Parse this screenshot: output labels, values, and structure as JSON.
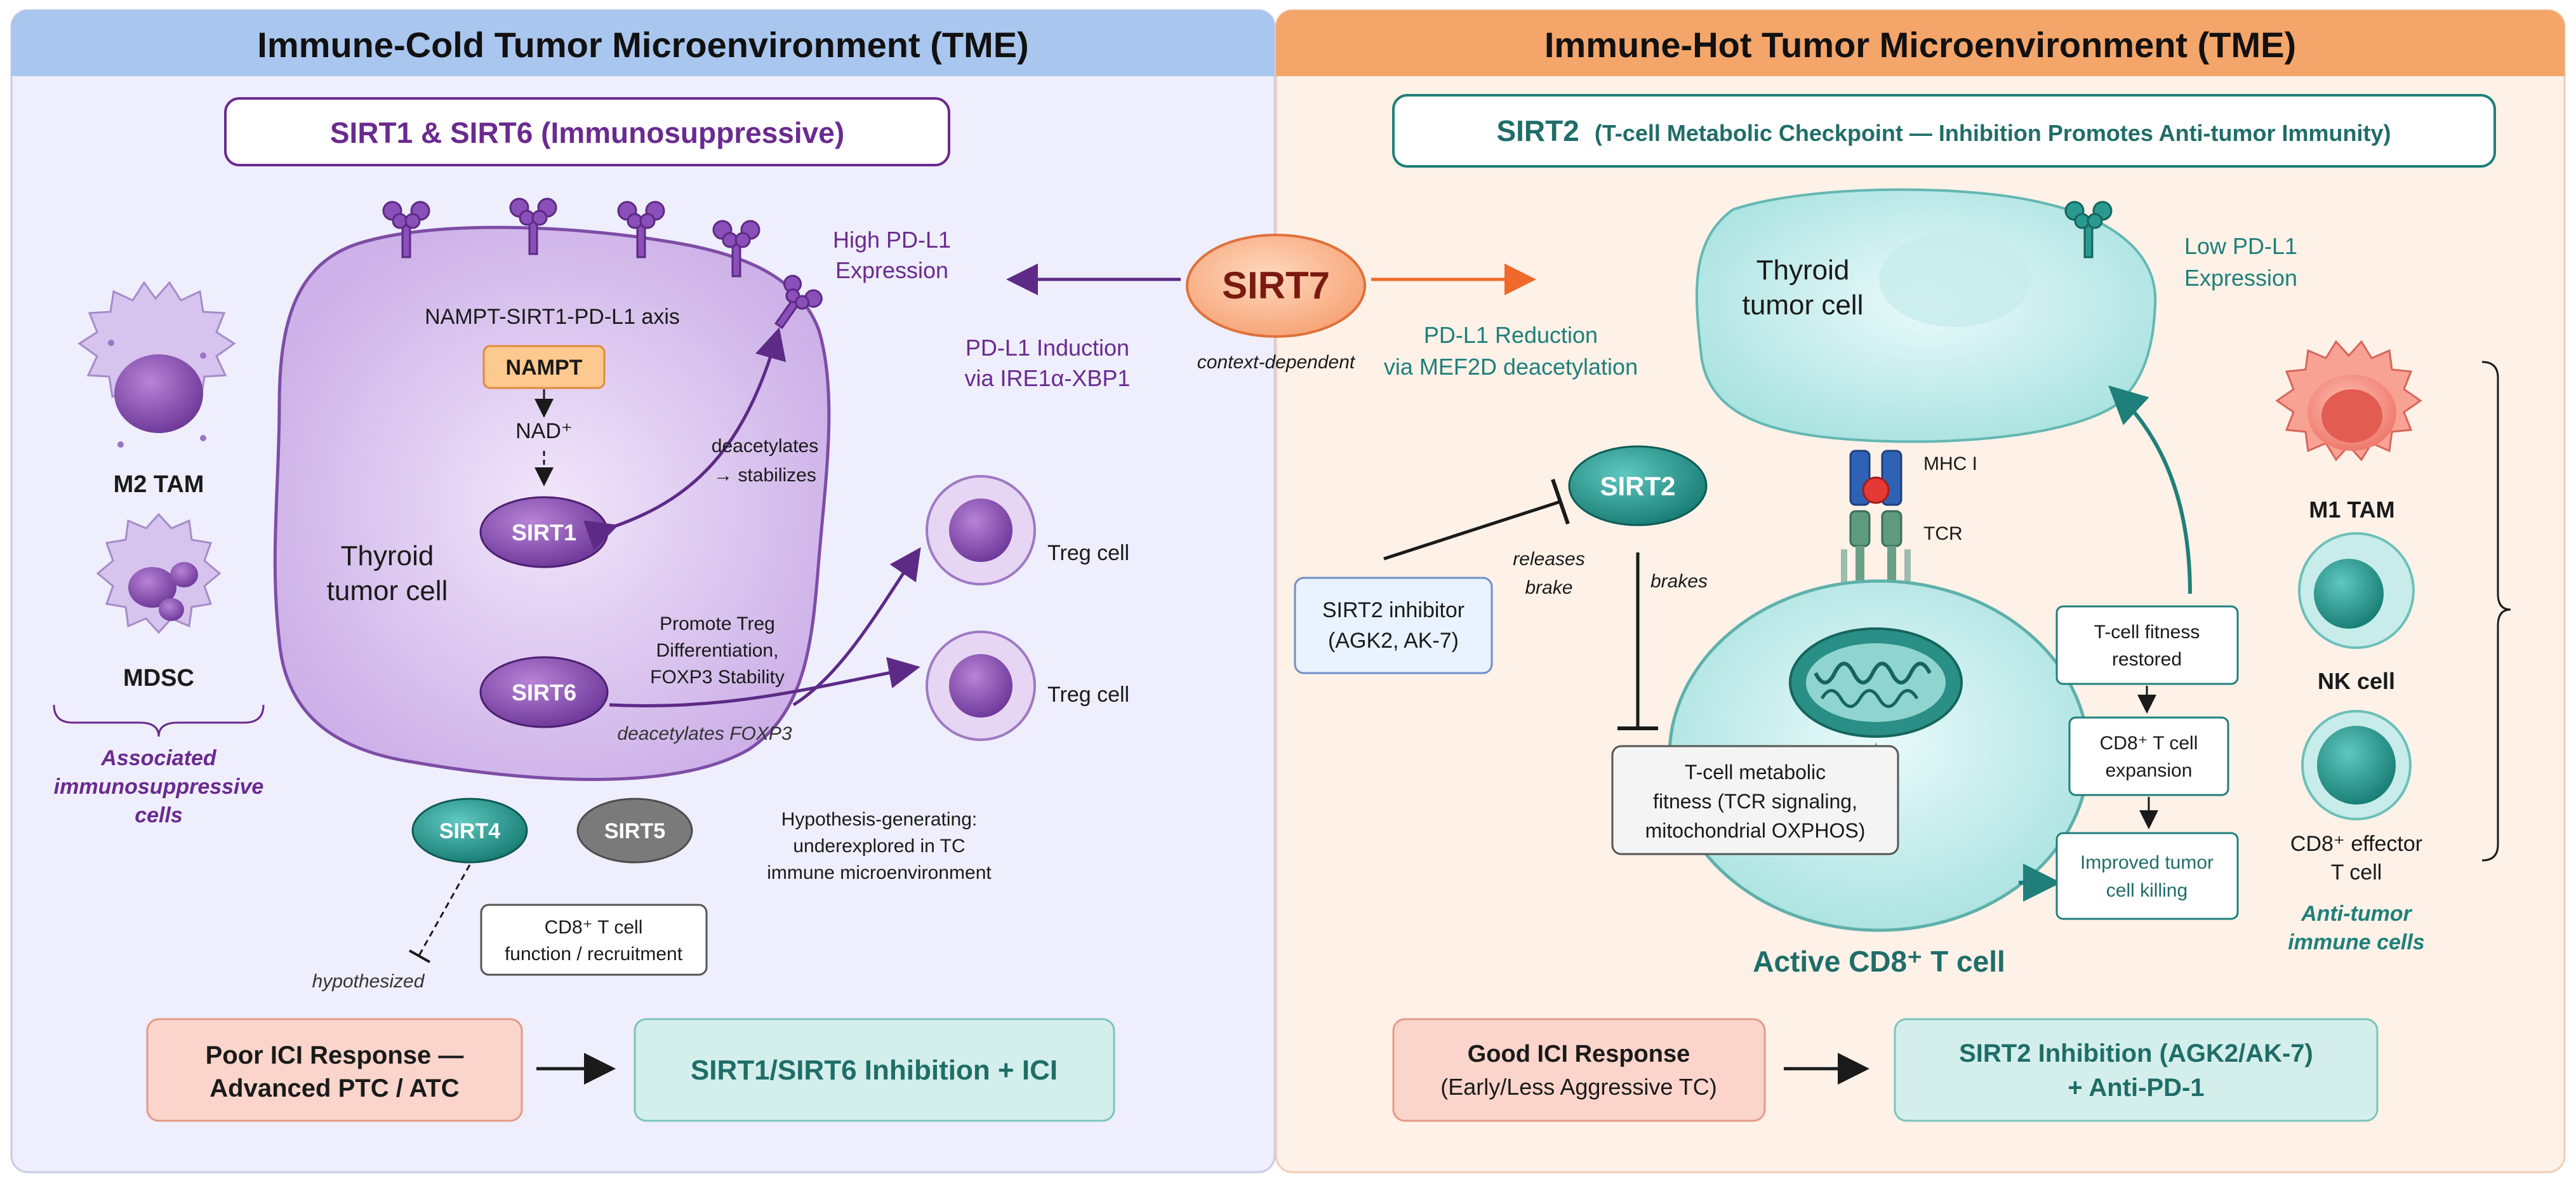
{
  "left": {
    "title": "Immune-Cold Tumor Microenvironment (TME)",
    "subtitle": "SIRT1 & SIRT6 (Immunosuppressive)",
    "axis_label": "NAMPT-SIRT1-PD-L1 axis",
    "nampt": "NAMPT",
    "nad": "NAD⁺",
    "sirt1": "SIRT1",
    "sirt6": "SIRT6",
    "deacetylates": "deacetylates",
    "stabilizes": "→ stabilizes",
    "tumor_line1": "Thyroid",
    "tumor_line2": "tumor cell",
    "treg_text": [
      "Promote Treg",
      "Differentiation,",
      "FOXP3 Stability"
    ],
    "foxp3": "deacetylates FOXP3",
    "treg1": "Treg cell",
    "treg2": "Treg cell",
    "high_pdl1": [
      "High PD-L1",
      "Expression"
    ],
    "pdl1_induction": [
      "PD-L1 Induction",
      "via IRE1α-XBP1"
    ],
    "m2tam": "M2 TAM",
    "mdsc": "MDSC",
    "associated": [
      "Associated",
      "immunosuppressive",
      "cells"
    ],
    "sirt4": "SIRT4",
    "sirt5": "SIRT5",
    "hypothesis": [
      "Hypothesis-generating:",
      "underexplored in TC",
      "immune microenvironment"
    ],
    "cd8_box": [
      "CD8⁺ T cell",
      "function / recruitment"
    ],
    "hypothesized": "hypothesized",
    "poor_ici": [
      "Poor ICI Response —",
      "Advanced PTC / ATC"
    ],
    "inhibition": "SIRT1/SIRT6 Inhibition + ICI"
  },
  "center": {
    "sirt7": "SIRT7",
    "context": "context-dependent"
  },
  "right": {
    "title": "Immune-Hot Tumor Microenvironment (TME)",
    "subtitle_bold": "SIRT2",
    "subtitle_rest": "(T-cell Metabolic Checkpoint — Inhibition Promotes Anti-tumor Immunity)",
    "pdl1_reduction": [
      "PD-L1 Reduction",
      "via MEF2D deacetylation"
    ],
    "tumor_line1": "Thyroid",
    "tumor_line2": "tumor cell",
    "low_pdl1": [
      "Low PD-L1",
      "Expression"
    ],
    "sirt2": "SIRT2",
    "releases": [
      "releases",
      "brake"
    ],
    "brakes": "brakes",
    "inhibitor": [
      "SIRT2 inhibitor",
      "(AGK2, AK-7)"
    ],
    "mhc": "MHC I",
    "tcr": "TCR",
    "metabolic": [
      "T-cell metabolic",
      "fitness (TCR signaling,",
      "mitochondrial OXPHOS)"
    ],
    "active_cd8": "Active CD8⁺ T cell",
    "fitness": [
      "T-cell fitness",
      "restored"
    ],
    "expansion": [
      "CD8⁺ T cell",
      "expansion"
    ],
    "killing": [
      "Improved tumor",
      "cell killing"
    ],
    "m1tam": "M1 TAM",
    "nk": "NK cell",
    "cd8_effector": [
      "CD8⁺ effector",
      "T cell"
    ],
    "anti_tumor": [
      "Anti-tumor",
      "immune cells"
    ],
    "good_ici": [
      "Good ICI Response",
      "(Early/Less Aggressive TC)"
    ],
    "sirt2_inhibition": [
      "SIRT2 Inhibition (AGK2/AK-7)",
      "+ Anti-PD-1"
    ]
  },
  "colors": {
    "purple": "#6a2a8f",
    "teal": "#1f7f7a",
    "orange_header": "#f4a56a",
    "blue_header": "#a9c6ee"
  }
}
